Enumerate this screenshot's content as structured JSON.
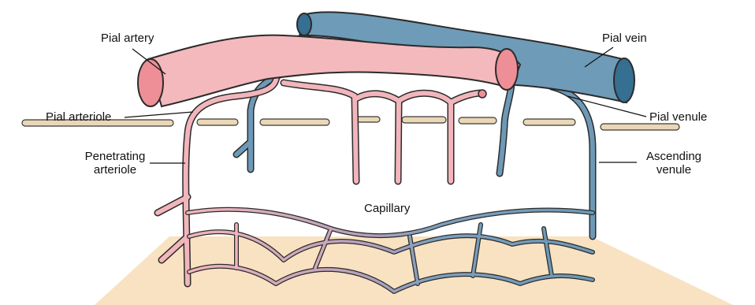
{
  "labels": {
    "pial_artery": "Pial artery",
    "pial_vein": "Pial vein",
    "pial_arteriole": "Pial arteriole",
    "pial_venule": "Pial venule",
    "penetrating_arteriole_line1": "Penetrating",
    "penetrating_arteriole_line2": "arteriole",
    "ascending_venule_line1": "Ascending",
    "ascending_venule_line2": "venule",
    "capillary": "Capillary"
  },
  "colors": {
    "artery_fill": "#f4b9bd",
    "artery_end": "#ee8f98",
    "vein_fill": "#6e9bb8",
    "vein_end": "#356f91",
    "arteriole_vessel": "#f2b5bb",
    "venule_vessel": "#6d99b6",
    "capillary_mid": "#a79ab9",
    "tissue": "#f8e2c1",
    "surface_band": "#ead7b6",
    "outline": "#2b2b2b"
  }
}
